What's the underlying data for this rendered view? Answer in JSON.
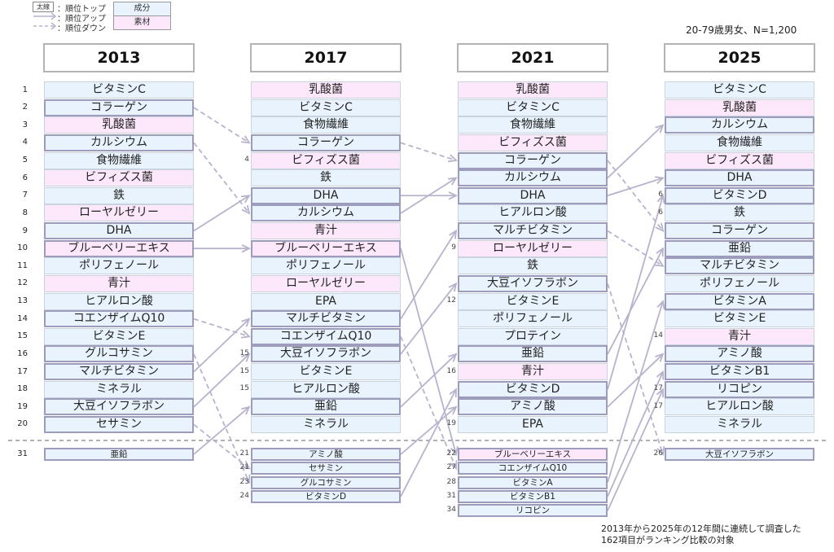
{
  "legend": {
    "thick_box_label": "太線",
    "thick_desc": "：順位トップ",
    "up_desc": "：順位アップ",
    "down_desc": "：順位ダウン",
    "ingredient_label": "成分",
    "material_label": "素材"
  },
  "sample_note": "20-79歳男女、N=1,200",
  "footnote": [
    "2013年から2025年の12年間に連続して調査した",
    "162項目がランキング比較の対象"
  ],
  "colors": {
    "ingredient": "#e8f3fd",
    "material": "#fde8fb",
    "thick_border": "#9d9cbd",
    "arrow": "#b6b4cd"
  },
  "columns": [
    {
      "year": "2013",
      "items": [
        {
          "rank": "1",
          "name": "ビタミンC",
          "type": "ing"
        },
        {
          "rank": "2",
          "name": "コラーゲン",
          "type": "ing",
          "thick": true
        },
        {
          "rank": "3",
          "name": "乳酸菌",
          "type": "mat"
        },
        {
          "rank": "4",
          "name": "カルシウム",
          "type": "ing",
          "thick": true
        },
        {
          "rank": "5",
          "name": "食物繊維",
          "type": "ing"
        },
        {
          "rank": "6",
          "name": "ビフィズス菌",
          "type": "mat"
        },
        {
          "rank": "7",
          "name": "鉄",
          "type": "ing"
        },
        {
          "rank": "8",
          "name": "ローヤルゼリー",
          "type": "mat"
        },
        {
          "rank": "9",
          "name": "DHA",
          "type": "ing",
          "thick": true
        },
        {
          "rank": "10",
          "name": "ブルーベリーエキス",
          "type": "mat",
          "thick": true
        },
        {
          "rank": "11",
          "name": "ポリフェノール",
          "type": "ing"
        },
        {
          "rank": "12",
          "name": "青汁",
          "type": "mat"
        },
        {
          "rank": "13",
          "name": "ヒアルロン酸",
          "type": "ing"
        },
        {
          "rank": "14",
          "name": "コエンザイムQ10",
          "type": "ing",
          "thick": true
        },
        {
          "rank": "15",
          "name": "ビタミンE",
          "type": "ing"
        },
        {
          "rank": "16",
          "name": "グルコサミン",
          "type": "ing",
          "thick": true
        },
        {
          "rank": "17",
          "name": "マルチビタミン",
          "type": "ing",
          "thick": true
        },
        {
          "rank": "18",
          "name": "ミネラル",
          "type": "ing"
        },
        {
          "rank": "19",
          "name": "大豆イソフラボン",
          "type": "ing",
          "thick": true
        },
        {
          "rank": "20",
          "name": "セサミン",
          "type": "ing",
          "thick": true
        }
      ],
      "extra": [
        {
          "rank": "31",
          "name": "亜鉛",
          "type": "ing",
          "thick": true
        }
      ]
    },
    {
      "year": "2017",
      "items": [
        {
          "name": "乳酸菌",
          "type": "mat"
        },
        {
          "name": "ビタミンC",
          "type": "ing"
        },
        {
          "name": "食物繊維",
          "type": "ing"
        },
        {
          "name": "コラーゲン",
          "type": "ing",
          "thick": true
        },
        {
          "rank": "4",
          "name": "ビフィズス菌",
          "type": "mat"
        },
        {
          "name": "鉄",
          "type": "ing"
        },
        {
          "name": "DHA",
          "type": "ing",
          "thick": true
        },
        {
          "name": "カルシウム",
          "type": "ing",
          "thick": true
        },
        {
          "name": "青汁",
          "type": "mat"
        },
        {
          "name": "ブルーベリーエキス",
          "type": "mat",
          "thick": true
        },
        {
          "name": "ポリフェノール",
          "type": "ing"
        },
        {
          "name": "ローヤルゼリー",
          "type": "mat"
        },
        {
          "name": "EPA",
          "type": "ing"
        },
        {
          "name": "マルチビタミン",
          "type": "ing",
          "thick": true
        },
        {
          "name": "コエンザイムQ10",
          "type": "ing",
          "thick": true
        },
        {
          "rank": "15",
          "name": "大豆イソフラボン",
          "type": "ing",
          "thick": true
        },
        {
          "rank": "15",
          "name": "ビタミンE",
          "type": "ing"
        },
        {
          "rank": "15",
          "name": "ヒアルロン酸",
          "type": "ing"
        },
        {
          "name": "亜鉛",
          "type": "ing",
          "thick": true
        },
        {
          "name": "ミネラル",
          "type": "ing"
        }
      ],
      "extra": [
        {
          "rank": "21",
          "name": "アミノ酸",
          "type": "ing",
          "thick": true
        },
        {
          "rank": "21",
          "name": "セサミン",
          "type": "ing",
          "thick": true
        },
        {
          "rank": "23",
          "name": "グルコサミン",
          "type": "ing",
          "thick": true
        },
        {
          "rank": "24",
          "name": "ビタミンD",
          "type": "ing",
          "thick": true
        }
      ]
    },
    {
      "year": "2021",
      "items": [
        {
          "name": "乳酸菌",
          "type": "mat"
        },
        {
          "name": "ビタミンC",
          "type": "ing"
        },
        {
          "name": "食物繊維",
          "type": "ing"
        },
        {
          "name": "ビフィズス菌",
          "type": "mat"
        },
        {
          "name": "コラーゲン",
          "type": "ing",
          "thick": true
        },
        {
          "name": "カルシウム",
          "type": "ing",
          "thick": true
        },
        {
          "name": "DHA",
          "type": "ing",
          "thick": true
        },
        {
          "name": "ヒアルロン酸",
          "type": "ing"
        },
        {
          "name": "マルチビタミン",
          "type": "ing",
          "thick": true
        },
        {
          "rank": "9",
          "name": "ローヤルゼリー",
          "type": "mat"
        },
        {
          "name": "鉄",
          "type": "ing"
        },
        {
          "name": "大豆イソフラボン",
          "type": "ing",
          "thick": true
        },
        {
          "rank": "12",
          "name": "ビタミンE",
          "type": "ing"
        },
        {
          "name": "ポリフェノール",
          "type": "ing"
        },
        {
          "name": "プロテイン",
          "type": "ing"
        },
        {
          "name": "亜鉛",
          "type": "ing",
          "thick": true
        },
        {
          "rank": "16",
          "name": "青汁",
          "type": "mat"
        },
        {
          "name": "ビタミンD",
          "type": "ing",
          "thick": true
        },
        {
          "name": "アミノ酸",
          "type": "ing",
          "thick": true
        },
        {
          "rank": "19",
          "name": "EPA",
          "type": "ing"
        }
      ],
      "extra": [
        {
          "rank": "22",
          "name": "ブルーベリーエキス",
          "type": "mat",
          "thick": true
        },
        {
          "rank": "27",
          "name": "コエンザイムQ10",
          "type": "ing",
          "thick": true
        },
        {
          "rank": "28",
          "name": "ビタミンA",
          "type": "ing",
          "thick": true
        },
        {
          "rank": "31",
          "name": "ビタミンB1",
          "type": "ing",
          "thick": true
        },
        {
          "rank": "34",
          "name": "リコピン",
          "type": "ing",
          "thick": true
        }
      ]
    },
    {
      "year": "2025",
      "items": [
        {
          "name": "ビタミンC",
          "type": "ing"
        },
        {
          "name": "乳酸菌",
          "type": "mat"
        },
        {
          "name": "カルシウム",
          "type": "ing",
          "thick": true
        },
        {
          "name": "食物繊維",
          "type": "ing"
        },
        {
          "name": "ビフィズス菌",
          "type": "mat"
        },
        {
          "name": "DHA",
          "type": "ing",
          "thick": true
        },
        {
          "rank": "6",
          "name": "ビタミンD",
          "type": "ing",
          "thick": true
        },
        {
          "rank": "6",
          "name": "鉄",
          "type": "ing"
        },
        {
          "name": "コラーゲン",
          "type": "ing",
          "thick": true
        },
        {
          "name": "亜鉛",
          "type": "ing",
          "thick": true
        },
        {
          "name": "マルチビタミン",
          "type": "ing",
          "thick": true
        },
        {
          "name": "ポリフェノール",
          "type": "ing"
        },
        {
          "name": "ビタミンA",
          "type": "ing",
          "thick": true
        },
        {
          "name": "ビタミンE",
          "type": "ing"
        },
        {
          "rank": "14",
          "name": "青汁",
          "type": "mat"
        },
        {
          "name": "アミノ酸",
          "type": "ing",
          "thick": true
        },
        {
          "name": "ビタミンB1",
          "type": "ing",
          "thick": true
        },
        {
          "rank": "17",
          "name": "リコピン",
          "type": "ing",
          "thick": true
        },
        {
          "rank": "17",
          "name": "ヒアルロン酸",
          "type": "ing"
        },
        {
          "name": "ミネラル",
          "type": "ing"
        }
      ],
      "extra": [
        {
          "rank": "26",
          "name": "大豆イソフラボン",
          "type": "ing",
          "thick": true
        }
      ]
    }
  ],
  "arrows": [
    {
      "from_col": 0,
      "to_col": 1,
      "item": "コラーゲン",
      "dir": "down"
    },
    {
      "from_col": 0,
      "to_col": 1,
      "item": "カルシウム",
      "dir": "down"
    },
    {
      "from_col": 0,
      "to_col": 1,
      "item": "DHA",
      "dir": "up"
    },
    {
      "from_col": 0,
      "to_col": 1,
      "item": "ブルーベリーエキス",
      "dir": "up"
    },
    {
      "from_col": 0,
      "to_col": 1,
      "item": "コエンザイムQ10",
      "dir": "down"
    },
    {
      "from_col": 0,
      "to_col": 1,
      "item": "グルコサミン",
      "dir": "down"
    },
    {
      "from_col": 0,
      "to_col": 1,
      "item": "マルチビタミン",
      "dir": "up"
    },
    {
      "from_col": 0,
      "to_col": 1,
      "item": "大豆イソフラボン",
      "dir": "up"
    },
    {
      "from_col": 0,
      "to_col": 1,
      "item": "セサミン",
      "dir": "down"
    },
    {
      "from_col": 0,
      "to_col": 1,
      "item": "亜鉛",
      "dir": "up"
    },
    {
      "from_col": 1,
      "to_col": 2,
      "item": "コラーゲン",
      "dir": "down"
    },
    {
      "from_col": 1,
      "to_col": 2,
      "item": "DHA",
      "dir": "up"
    },
    {
      "from_col": 1,
      "to_col": 2,
      "item": "カルシウム",
      "dir": "up"
    },
    {
      "from_col": 1,
      "to_col": 2,
      "item": "ブルーベリーエキス",
      "dir": "up"
    },
    {
      "from_col": 1,
      "to_col": 2,
      "item": "マルチビタミン",
      "dir": "up"
    },
    {
      "from_col": 1,
      "to_col": 2,
      "item": "コエンザイムQ10",
      "dir": "down"
    },
    {
      "from_col": 1,
      "to_col": 2,
      "item": "大豆イソフラボン",
      "dir": "up"
    },
    {
      "from_col": 1,
      "to_col": 2,
      "item": "亜鉛",
      "dir": "up"
    },
    {
      "from_col": 1,
      "to_col": 2,
      "item": "アミノ酸",
      "dir": "up"
    },
    {
      "from_col": 1,
      "to_col": 2,
      "item": "ビタミンD",
      "dir": "up"
    },
    {
      "from_col": 2,
      "to_col": 3,
      "item": "コラーゲン",
      "dir": "down"
    },
    {
      "from_col": 2,
      "to_col": 3,
      "item": "カルシウム",
      "dir": "up"
    },
    {
      "from_col": 2,
      "to_col": 3,
      "item": "DHA",
      "dir": "up"
    },
    {
      "from_col": 2,
      "to_col": 3,
      "item": "マルチビタミン",
      "dir": "down"
    },
    {
      "from_col": 2,
      "to_col": 3,
      "item": "大豆イソフラボン",
      "dir": "down"
    },
    {
      "from_col": 2,
      "to_col": 3,
      "item": "亜鉛",
      "dir": "up"
    },
    {
      "from_col": 2,
      "to_col": 3,
      "item": "ビタミンD",
      "dir": "up"
    },
    {
      "from_col": 2,
      "to_col": 3,
      "item": "アミノ酸",
      "dir": "up"
    },
    {
      "from_col": 2,
      "to_col": 3,
      "item": "ビタミンA",
      "dir": "up"
    },
    {
      "from_col": 2,
      "to_col": 3,
      "item": "ビタミンB1",
      "dir": "up"
    },
    {
      "from_col": 2,
      "to_col": 3,
      "item": "リコピン",
      "dir": "up"
    }
  ]
}
